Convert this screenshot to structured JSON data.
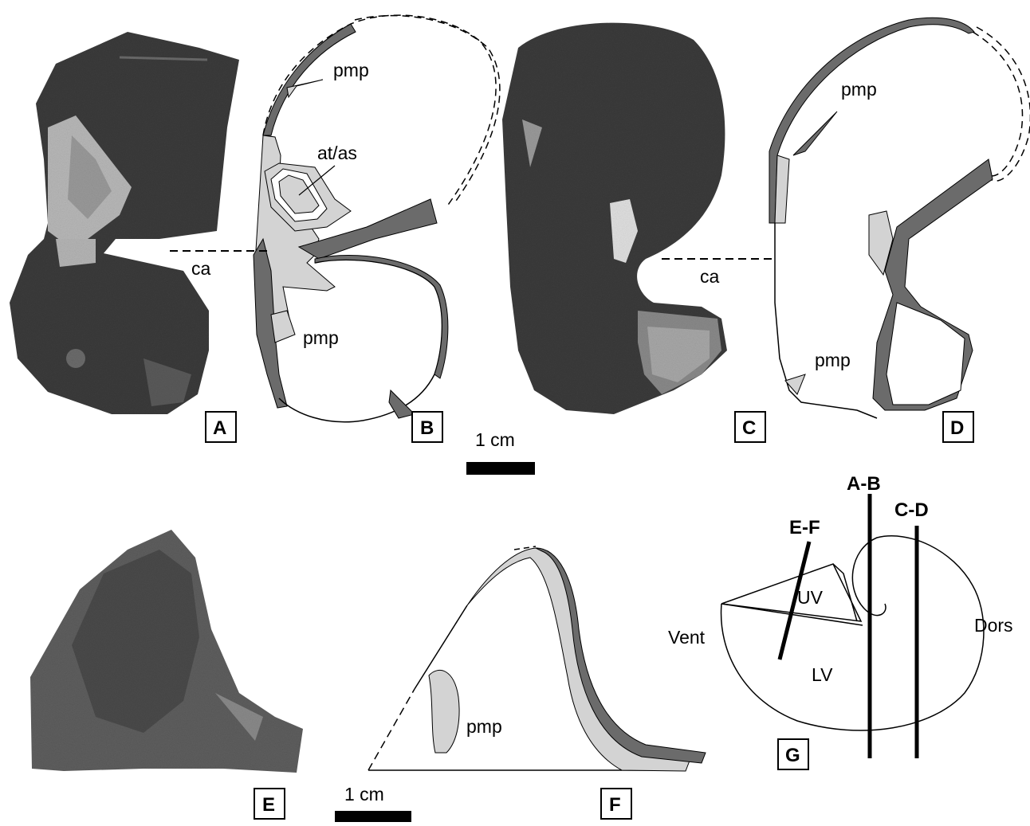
{
  "figure": {
    "panels": {
      "a": "A",
      "b": "B",
      "c": "C",
      "d": "D",
      "e": "E",
      "f": "F",
      "g": "G"
    },
    "labels": {
      "pmp": "pmp",
      "at_as": "at/as",
      "ca": "ca",
      "section_ab": "A-B",
      "section_cd": "C-D",
      "section_ef": "E-F",
      "uv": "UV",
      "lv": "LV",
      "vent": "Vent",
      "dors": "Dors"
    },
    "scale_bars": {
      "top": "1 cm",
      "bottom": "1 cm"
    },
    "colors": {
      "photo_dark": "#3a3a3a",
      "photo_mid": "#5e5e5e",
      "shell_dark": "#6b6b6b",
      "shell_light": "#d3d3d3"
    }
  }
}
